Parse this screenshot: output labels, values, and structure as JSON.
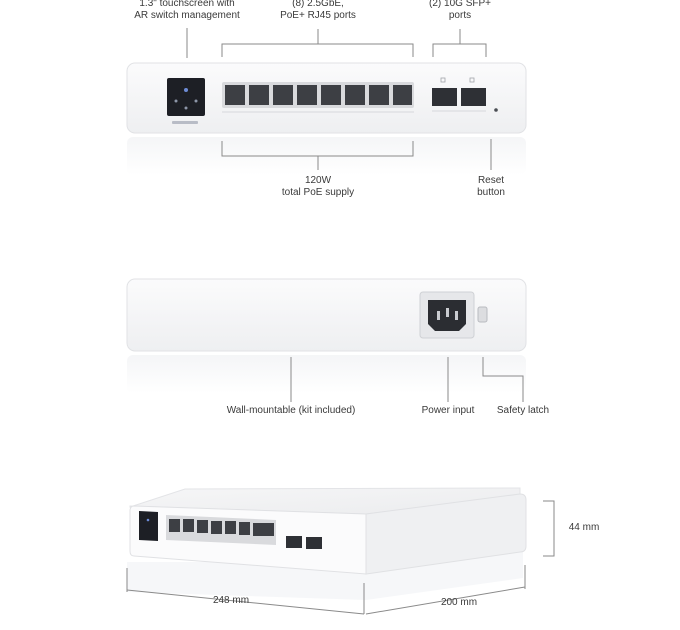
{
  "front_view": {
    "callout_touchscreen": [
      "1.3\" touchscreen with",
      "AR switch management"
    ],
    "callout_ports": [
      "(8) 2.5GbE,",
      "PoE+ RJ45 ports"
    ],
    "callout_sfp": [
      "(2) 10G SFP+",
      "ports"
    ],
    "callout_poe": [
      "120W",
      "total PoE supply"
    ],
    "callout_reset": [
      "Reset",
      "button"
    ]
  },
  "rear_view": {
    "callout_wall": "Wall-mountable (kit included)",
    "callout_power": "Power input",
    "callout_latch": "Safety latch"
  },
  "iso_view": {
    "dim_height": "44 mm",
    "dim_width": "248 mm",
    "dim_depth": "200 mm"
  },
  "colors": {
    "body": "#f7f7f8",
    "edge": "#e2e3e6",
    "port": "#3d3f44",
    "screen": "#1d1f25",
    "line": "#8a8a8a"
  }
}
